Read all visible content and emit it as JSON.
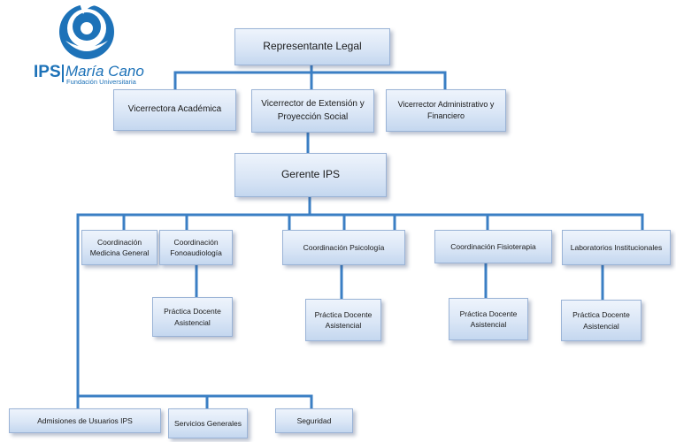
{
  "logo": {
    "ips": "IPS",
    "name": "María Cano",
    "sub": "Fundación Universitaria"
  },
  "nodes": {
    "representante": "Representante Legal",
    "academica": "Vicerrectora Académica",
    "extension": "Vicerrector de Extensión y Proyección Social",
    "administrativo": "Vicerrector Administrativo y Financiero",
    "gerente": "Gerente IPS",
    "medicina": "Coordinación Medicina General",
    "fonoaudiologia": "Coordinación Fonoaudiología",
    "psicologia": "Coordinación Psicología",
    "fisioterapia": "Coordinación Fisioterapia",
    "laboratorios": "Laboratorios Institucionales",
    "practica_fono": "Práctica Docente Asistencial",
    "practica_psico": "Práctica Docente Asistencial",
    "practica_fisio": "Práctica Docente Asistencial",
    "practica_lab": "Práctica Docente Asistencial",
    "admisiones": "Admisiones de Usuarios IPS",
    "servicios": "Servicios Generales",
    "seguridad": "Seguridad"
  },
  "colors": {
    "connector": "#3b7fc4",
    "brand": "#1d72b8"
  }
}
